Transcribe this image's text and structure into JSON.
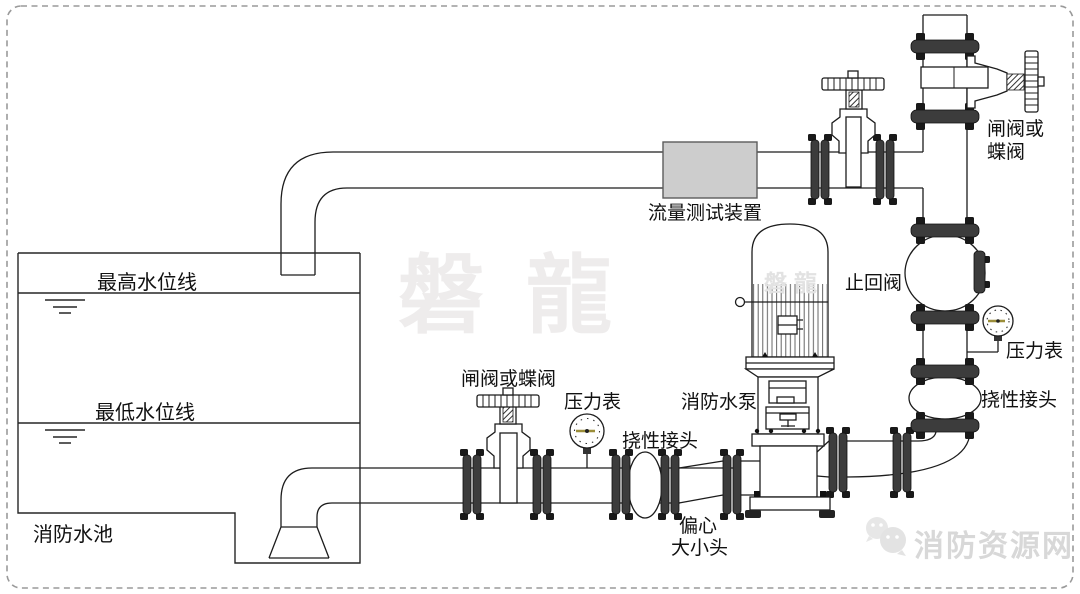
{
  "labels": {
    "max_water_level": "最高水位线",
    "min_water_level": "最低水位线",
    "fire_pool": "消防水池",
    "flow_test_device": "流量测试装置",
    "top_valve_line1": "闸阀或",
    "top_valve_line2": "蝶阀",
    "check_valve": "止回阀",
    "pressure_gauge_right": "压力表",
    "flexible_joint_right": "挠性接头",
    "fire_pump": "消防水泵",
    "bottom_valve": "闸阀或蝶阀",
    "pressure_gauge_bottom": "压力表",
    "flexible_joint_bottom": "挠性接头",
    "eccentric_line1": "偏心",
    "eccentric_line2": "大小头"
  },
  "watermarks": {
    "center": "磐龍",
    "pump": "磐龍",
    "site": "消防资源网"
  },
  "colors": {
    "line": "#1c1c1c",
    "flange_dark": "#3c3c3c",
    "flow_test_box_fill": "#cdcdcd",
    "gauge_needle": "#9b8e3a",
    "center_watermark": "#eeecec",
    "site_watermark": "#d8d8d8",
    "border_dash": "#9a9a9a"
  }
}
